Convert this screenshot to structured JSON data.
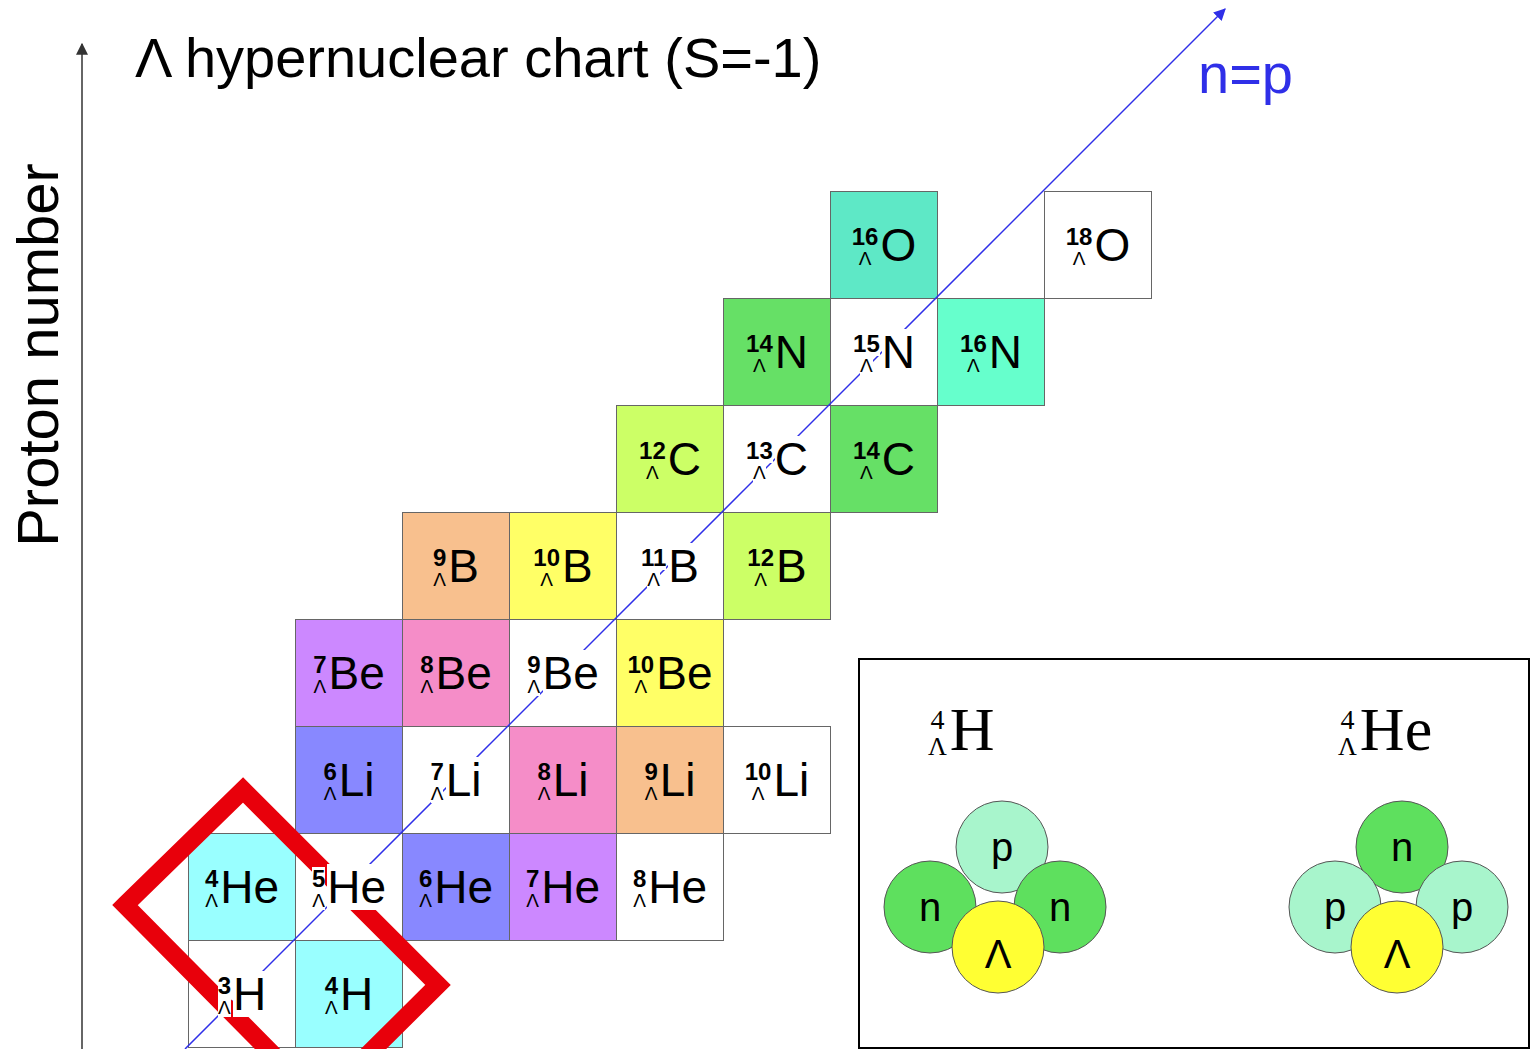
{
  "diagram": {
    "title": "Λ hypernuclear chart (S=-1)",
    "nodes": [
      {
        "text": [
          "16",
          "Λ",
          "O"
        ]
      },
      {
        "text": [
          "18",
          "Λ",
          "O"
        ]
      },
      {
        "text": [
          "14",
          "Λ",
          "N"
        ]
      },
      {
        "text": [
          "15",
          "Λ",
          "N"
        ]
      },
      {
        "text": [
          "16",
          "Λ",
          "N"
        ]
      },
      {
        "text": [
          "12",
          "Λ",
          "C"
        ]
      },
      {
        "text": [
          "13",
          "Λ",
          "C"
        ]
      },
      {
        "text": [
          "14",
          "Λ",
          "C"
        ]
      },
      {
        "text": [
          "9",
          "Λ",
          "B"
        ]
      },
      {
        "text": [
          "10",
          "Λ",
          "B"
        ]
      },
      {
        "text": [
          "11",
          "Λ",
          "B"
        ]
      },
      {
        "text": [
          "12",
          "Λ",
          "B"
        ]
      },
      {
        "text": [
          "7",
          "Λ",
          "Be"
        ]
      },
      {
        "text": [
          "8",
          "Λ",
          "Be"
        ]
      },
      {
        "text": [
          "9",
          "Λ",
          "Be"
        ]
      },
      {
        "text": [
          "10",
          "Λ",
          "Be"
        ]
      },
      {
        "text": [
          "6",
          "Λ",
          "Li"
        ]
      },
      {
        "text": [
          "7",
          "Λ",
          "Li"
        ]
      },
      {
        "text": [
          "8",
          "Λ",
          "Li"
        ]
      },
      {
        "text": [
          "9",
          "Λ",
          "Li"
        ]
      },
      {
        "text": [
          "10",
          "Λ",
          "Li"
        ]
      },
      {
        "text": [
          "4",
          "Λ",
          "He"
        ]
      },
      {
        "text": [
          "5",
          "Λ",
          "He"
        ]
      },
      {
        "text": [
          "6",
          "Λ",
          "He"
        ]
      },
      {
        "text": [
          "7",
          "Λ",
          "He"
        ]
      },
      {
        "text": [
          "8",
          "Λ",
          "He"
        ]
      },
      {
        "text": [
          "3",
          "Λ",
          "H"
        ]
      },
      {
        "text": [
          "4",
          "Λ",
          "H"
        ]
      },
      {
        "text": [
          "4",
          "Λ",
          "H",
          "4",
          "Λ",
          "He"
        ]
      },
      {
        "text": [
          "p"
        ],
        "in": 28
      },
      {
        "text": [
          "n"
        ],
        "in": 28
      },
      {
        "text": [
          "n"
        ],
        "in": 28
      },
      {
        "text": [
          "Λ"
        ],
        "in": 28
      },
      {
        "text": [
          "n"
        ],
        "in": 28
      },
      {
        "text": [
          "p"
        ],
        "in": 28
      },
      {
        "text": [
          "p"
        ],
        "in": 28
      },
      {
        "text": [
          "Λ"
        ],
        "in": 28
      }
    ],
    "labels": [
      "Proton number",
      "n=p"
    ]
  }
}
